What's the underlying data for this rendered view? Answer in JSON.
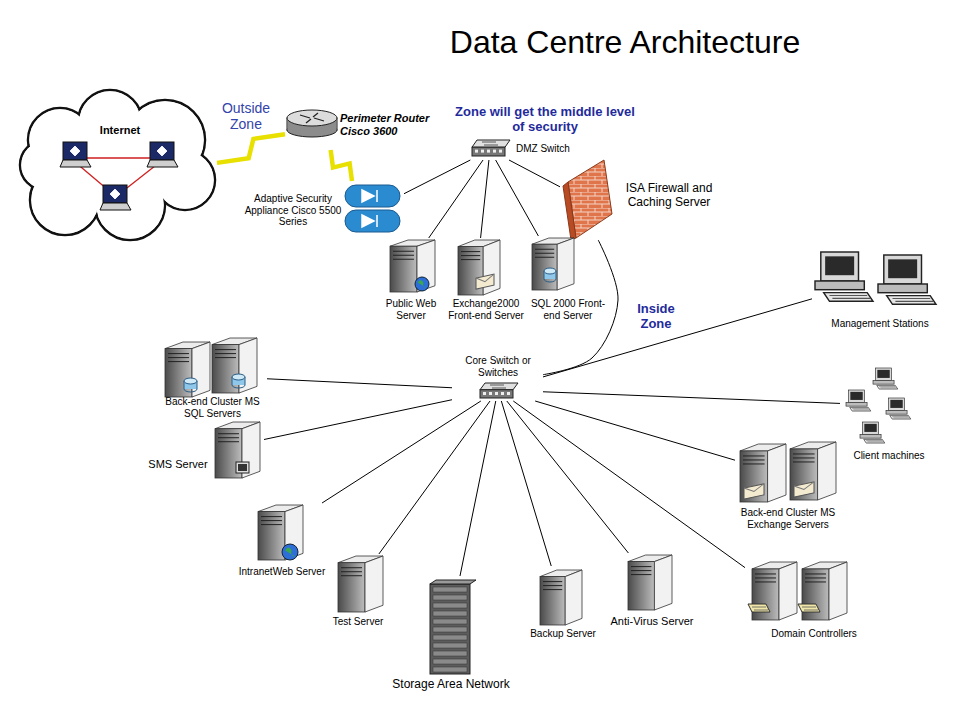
{
  "diagram": {
    "title": "Data Centre Architecture",
    "nodes": [
      {
        "text": [
          "Internet"
        ]
      },
      {
        "text": [
          "Perimeter Router Cisco 3600"
        ]
      },
      {
        "text": [
          "Adaptive Security Appliance Cisco 5500 Series"
        ]
      },
      {
        "text": [
          "DMZ Switch"
        ]
      },
      {
        "text": [
          "ISA Firewall and Caching Server"
        ]
      },
      {
        "text": [
          "Public Web Server"
        ]
      },
      {
        "text": [
          "Exchange2000 Front-end Server"
        ]
      },
      {
        "text": [
          "SQL 2000 Front-end Server"
        ]
      },
      {
        "text": [
          "Core Switch or Switches"
        ]
      },
      {
        "text": [
          "Management Stations"
        ]
      },
      {
        "text": [
          "Client machines"
        ]
      },
      {
        "text": [
          "Back-end Cluster MS Exchange Servers"
        ]
      },
      {
        "text": [
          "Domain Controllers"
        ]
      },
      {
        "text": [
          "Anti-Virus Server"
        ]
      },
      {
        "text": [
          "Backup Server"
        ]
      },
      {
        "text": [
          "Storage Area Network"
        ]
      },
      {
        "text": [
          "Test Server"
        ]
      },
      {
        "text": [
          "IntranetWeb Server"
        ]
      },
      {
        "text": [
          "SMS Server"
        ]
      },
      {
        "text": [
          "Back-end Cluster MS SQL Servers"
        ]
      }
    ],
    "edges": [
      {
        "from": 0,
        "to": 1,
        "arrow": "none"
      },
      {
        "from": 1,
        "to": 2,
        "arrow": "none"
      },
      {
        "from": 3,
        "to": 2,
        "arrow": "none"
      },
      {
        "from": 3,
        "to": 5,
        "arrow": "none"
      },
      {
        "from": 3,
        "to": 6,
        "arrow": "none"
      },
      {
        "from": 3,
        "to": 7,
        "arrow": "none"
      },
      {
        "from": 3,
        "to": 4,
        "arrow": "none"
      },
      {
        "from": 4,
        "to": 8,
        "arrow": "none"
      },
      {
        "from": 8,
        "to": 9,
        "arrow": "none"
      },
      {
        "from": 8,
        "to": 10,
        "arrow": "none"
      },
      {
        "from": 8,
        "to": 11,
        "arrow": "none"
      },
      {
        "from": 8,
        "to": 12,
        "arrow": "none"
      },
      {
        "from": 8,
        "to": 13,
        "arrow": "none"
      },
      {
        "from": 8,
        "to": 14,
        "arrow": "none"
      },
      {
        "from": 8,
        "to": 15,
        "arrow": "none"
      },
      {
        "from": 8,
        "to": 16,
        "arrow": "none"
      },
      {
        "from": 8,
        "to": 17,
        "arrow": "none"
      },
      {
        "from": 8,
        "to": 18,
        "arrow": "none"
      },
      {
        "from": 8,
        "to": 19,
        "arrow": "none"
      }
    ],
    "labels": [
      "Outside Zone",
      "Zone will get the middle level of security",
      "Inside Zone"
    ]
  }
}
